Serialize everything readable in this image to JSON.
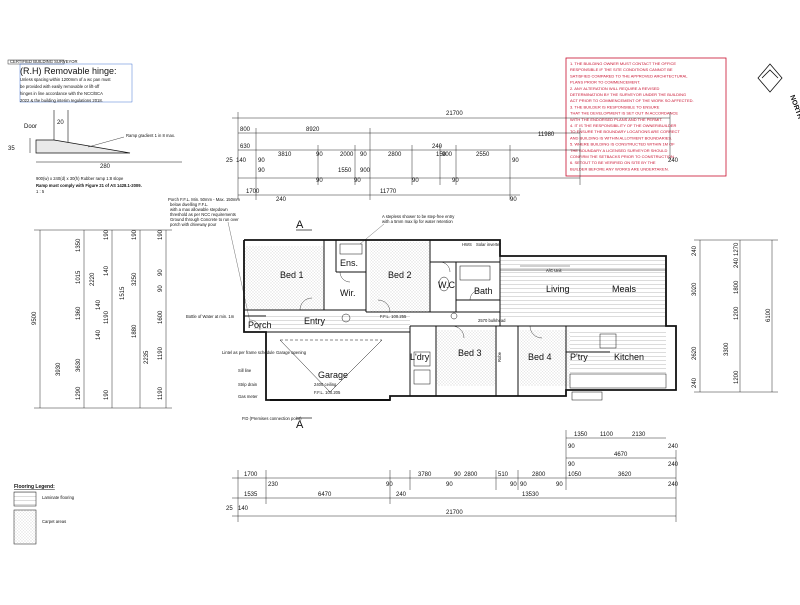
{
  "hinge_note": {
    "stamp": "CERTIFIED BUILDING SURVEYOR",
    "title": "(R.H) Removable hinge:",
    "lines": [
      "Unless spacing within 1200mm of a wc pan must",
      "be provided with easily removable or lift-off",
      "hinges in line accordance with the NCC/BCA",
      "2022 & the building interim regulations 2018."
    ]
  },
  "ramp_detail": {
    "door_label": "Door",
    "height": "20",
    "side": "35",
    "length": "280",
    "gradient_note": "Ramp gradient 1 in 8 max.",
    "spec": "900(w) x 240(d) x 30(h) Rubber ramp 1:8 slope",
    "standard": "Ramp must comply with Figure 21 of AS 1428.1-2009.",
    "scale": "1 : 5"
  },
  "red_note": {
    "lines": [
      "1. THE BUILDING OWNER MUST CONTACT THE OFFICE",
      "RESPONSIBLE IF THE SITE CONDITIONS CANNOT BE",
      "SATISFIED COMPARED TO THE APPROVED ARCHITECTURAL",
      "PLANS PRIOR TO COMMENCEMENT.",
      "2. ANY ALTERATION WILL REQUIRE A REVISED",
      "DETERMINATION BY THE SURVEYOR UNDER THE BUILDING",
      "ACT PRIOR TO COMMENCEMENT OF THE WORK SO AFFECTED.",
      "3. THE BUILDER IS RESPONSIBLE TO ENSURE",
      "THAT THE DEVELOPMENT IS SET OUT IN ACCORDANCE",
      "WITH THE ENDORSED PLANS AND THE PERMIT.",
      "4. IT IS THE RESPONSIBILITY OF THE OWNER/BUILDER",
      "TO ENSURE THE BOUNDARY LOCATIONS ARE CORRECT",
      "AND BUILDING IS WITHIN ALLOTMENT BOUNDARIES.",
      "5. WHERE BUILDING IS CONSTRUCTED WITHIN 1M OF",
      "THE BOUNDARY A LICENSED SURVEYOR SHOULD",
      "CONFIRM THE SETBACKS PRIOR TO CONSTRUCTION.",
      "6. SETOUT TO BE VERIFIED ON SITE BY THE",
      "BUILDER BEFORE ANY WORKS ARE UNDERTAKEN."
    ]
  },
  "north": {
    "label": "NORTH"
  },
  "top_dims": {
    "overall": "21700",
    "row1": [
      "800",
      "8920",
      "11980"
    ],
    "row2": [
      "630",
      "3810",
      "90",
      "2000",
      "90",
      "2800",
      "240",
      "900",
      "2550"
    ],
    "row2_small": [
      "25",
      "140",
      "90",
      "90",
      "90",
      "90",
      "150",
      "90",
      "90",
      "90",
      "240"
    ],
    "row3": [
      "1550",
      "900"
    ],
    "row4": [
      "1700",
      "240",
      "11770",
      "90"
    ]
  },
  "rooms": {
    "bed1": "Bed 1",
    "ens": "Ens.",
    "wir": "Wir.",
    "bed2": "Bed 2",
    "wc": "W.C",
    "bath": "Bath",
    "living": "Living",
    "meals": "Meals",
    "entry": "Entry",
    "porch": "Porch",
    "garage": "Garage",
    "ldry": "L'dry",
    "bed3": "Bed 3",
    "robe": "Robe",
    "bed4": "Bed 4",
    "ptry": "P'try",
    "kitchen": "Kitchen"
  },
  "floor_levels": {
    "main": "F.F.L. 100.255",
    "garage": "F.F.L. 100.205",
    "garage_ceiling": "2400 ceiling"
  },
  "section_marker": "A",
  "annotations": {
    "porch_note": [
      "Porch F.F.L. Min. 50mm - Max. 150mm",
      "below dwelling F.F.L.",
      "with a max allowable stepdown",
      "threshold as per NCC requirements",
      "Ground through Concrete to run over",
      "porch with driveway pour"
    ],
    "shower_note": [
      "A stepless shower to be step-free entry",
      "with a 5mm max lip for water retention"
    ],
    "solar": "Solar inverter",
    "hws": "HWS",
    "ac": "A/C Unit",
    "lintel": "Lintel as per frame schedule",
    "bulkhead": "2570 bulkhead",
    "sill": "Sill line",
    "strip": "Strip drain",
    "gas": "Gas meter",
    "opening": "Garage opening",
    "bottle": "Bottle of Water at min. 1m",
    "pit": "P.D (Premises connection point)"
  },
  "left_dims": {
    "overall": "9500",
    "col1": [
      "1350",
      "1015",
      "2220",
      "1360",
      "3630",
      "1290"
    ],
    "col2": [
      "190",
      "140",
      "140",
      "1190",
      "140",
      "3930",
      "190"
    ],
    "col3": [
      "190",
      "1515",
      "3250",
      "1880",
      "2235"
    ],
    "col4": [
      "190",
      "90",
      "90",
      "1600",
      "1190",
      "1190"
    ]
  },
  "right_dims": {
    "overall": "6100",
    "col1": [
      "1270",
      "240",
      "1800",
      "1200",
      "3300",
      "1200"
    ],
    "col2": [
      "240",
      "3020",
      "2620",
      "240"
    ]
  },
  "bottom_dims": {
    "row0": [
      "1350",
      "1100",
      "2130"
    ],
    "row0b": [
      "90",
      "240",
      "4670",
      "240"
    ],
    "row1": [
      "1700",
      "230",
      "90",
      "3780",
      "90",
      "2800",
      "510",
      "90",
      "2800",
      "1050",
      "3620"
    ],
    "row1_small": [
      "90",
      "90",
      "90",
      "90",
      "240"
    ],
    "row2": [
      "1535",
      "6470",
      "240",
      "13530"
    ],
    "row2_small": [
      "25",
      "140"
    ],
    "overall": "21700"
  },
  "legend": {
    "title": "Flooring Legend:",
    "items": [
      {
        "label": "Laminate flooring"
      },
      {
        "label": "Carpet areas"
      }
    ]
  },
  "colors": {
    "ink": "#111111",
    "red": "#c8102e",
    "hinge_highlight": "#1a55c8",
    "laminate": "#9a9a9a"
  }
}
